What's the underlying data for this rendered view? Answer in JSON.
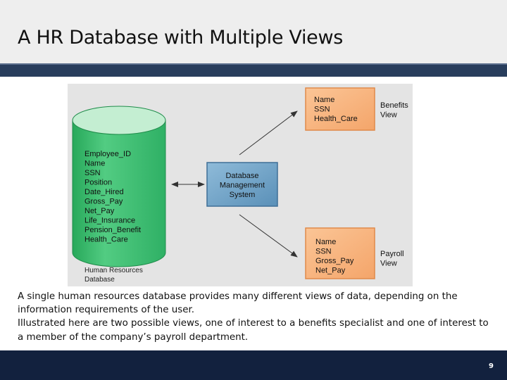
{
  "slide": {
    "title": "A HR Database with Multiple Views",
    "page_number": "9"
  },
  "diagram": {
    "database": {
      "fields": [
        "Employee_ID",
        "Name",
        "SSN",
        "Position",
        "Date_Hired",
        "Gross_Pay",
        "Net_Pay",
        "Life_Insurance",
        "Pension_Benefit",
        "Health_Care"
      ],
      "label_lines": [
        "Human Resources",
        "Database"
      ]
    },
    "dbms": {
      "label_lines": [
        "Database",
        "Management",
        "System"
      ]
    },
    "benefits_view": {
      "fields": [
        "Name",
        "SSN",
        "Health_Care"
      ],
      "label_lines": [
        "Benefits",
        "View"
      ]
    },
    "payroll_view": {
      "fields": [
        "Name",
        "SSN",
        "Gross_Pay",
        "Net_Pay"
      ],
      "label_lines": [
        "Payroll",
        "View"
      ]
    },
    "colors": {
      "cylinder": "#3dbf72",
      "cylinder_top": "#bfeccc",
      "dbms_box": "#6ea3c9",
      "view_box": "#f7b27e"
    }
  },
  "caption": {
    "paragraph_1": "A single human resources database provides many different views of data, depending on the information requirements of the user.",
    "paragraph_2": "Illustrated here are two possible views, one of interest to a benefits specialist and one of interest to a member of the company’s payroll department."
  }
}
